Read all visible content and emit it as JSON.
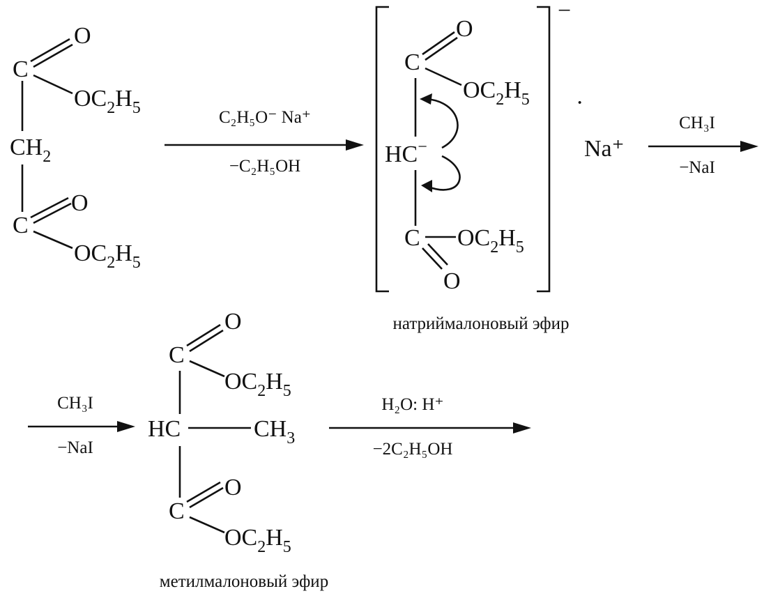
{
  "step1": {
    "reagent_top": "C₂H₅O⁻ Na⁺",
    "reagent_bottom": "−C₂H₅OH"
  },
  "step2": {
    "reagent_top": "CH₃I",
    "reagent_bottom": "−NaI"
  },
  "step3": {
    "reagent_top": "CH₃I",
    "reagent_bottom": "−NaI"
  },
  "step4": {
    "reagent_top": "H₂O: H⁺",
    "reagent_bottom": "−2C₂H₅OH"
  },
  "anion": {
    "charge": "−",
    "counter_ion": "Na⁺",
    "separator": "·",
    "center_atom": "HC⁻",
    "caption": "натриймалоновый эфир"
  },
  "product": {
    "center_atom": "HC",
    "substituent": "CH₃",
    "caption": "метилмалоновый эфир"
  },
  "atoms": {
    "carbon": "C",
    "oxygen": "O",
    "ethoxy": "OC₂H₅",
    "methylene": "CH₂"
  }
}
